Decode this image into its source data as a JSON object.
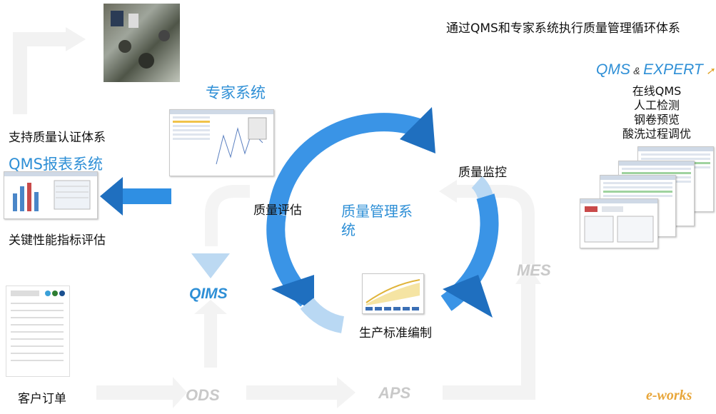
{
  "header": {
    "title": "通过QMS和专家系统执行质量管理循环体系"
  },
  "left": {
    "support_label": "支持质量认证体系",
    "report_system": "QMS报表系统",
    "kpi_label": "关键性能指标评估",
    "order_label": "客户订单"
  },
  "expert": {
    "label": "专家系统"
  },
  "cycle": {
    "center": "质量管理系\n统",
    "monitor": "质量监控",
    "evaluate": "质量评估",
    "standard": "生产标准编制"
  },
  "flow": {
    "qims": "QIMS",
    "ods": "ODS",
    "aps": "APS",
    "mes": "MES"
  },
  "right": {
    "logo_qms": "QMS",
    "logo_amp": "&",
    "logo_expert": "EXPERT",
    "items": [
      "在线QMS",
      "人工检测",
      "钢卷预览",
      "酸洗过程调优"
    ]
  },
  "watermark": "e-works",
  "colors": {
    "cycle_blue": "#2f8fe3",
    "cycle_dark": "#1f6fbf",
    "light_blue": "#b9d8f3",
    "flow_gray": "#eeeeee"
  }
}
